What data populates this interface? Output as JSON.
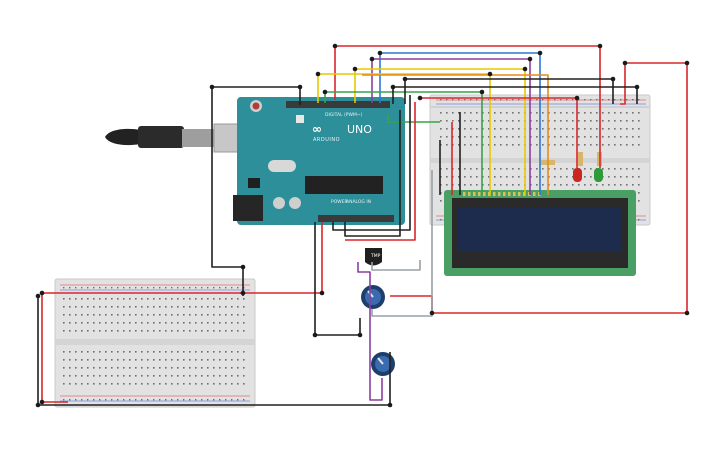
{
  "board": {
    "logo": "∞",
    "name": "UNO",
    "brand": "ARDUINO",
    "digital_header": "DIGITAL (PWM~)",
    "analog_header": "ANALOG IN",
    "power_header": "POWER"
  },
  "sensor": {
    "label": "TMP"
  },
  "lcd": {
    "line1": "",
    "line2": ""
  },
  "colors": {
    "board_teal": "#2c8f9a",
    "wire_red": "#d9262b",
    "wire_black": "#202020",
    "wire_yellow": "#e7c800",
    "wire_blue": "#2a78d6",
    "wire_purple": "#8a3f9e",
    "wire_green": "#3aa24a",
    "wire_grey": "#9aa0a6",
    "wire_orange": "#e78a1a",
    "lcd_pcb": "#4aa064",
    "lcd_screen": "#1d2b4c",
    "breadboard": "#e3e3e3"
  },
  "components": {
    "leds": [
      "red",
      "green"
    ],
    "resistors": 3,
    "potentiometers": 2
  }
}
